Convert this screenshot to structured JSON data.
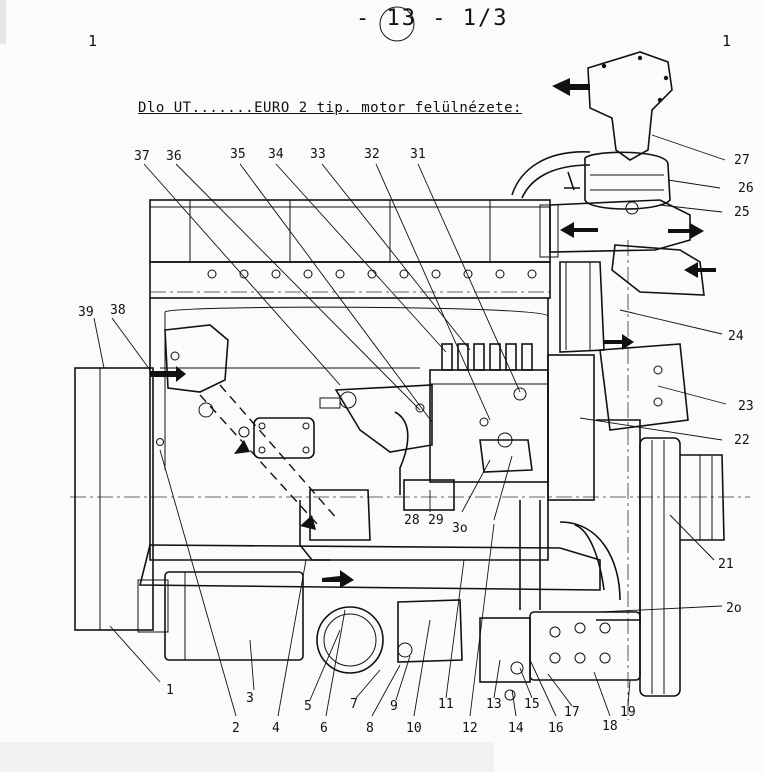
{
  "header": {
    "page_number": "- 13 - 1/3",
    "corner_left": "1",
    "corner_right": "1",
    "title": "Dlo UT.......EURO 2 tip. motor felülnézete:"
  },
  "part_labels": [
    "1",
    "2",
    "3",
    "4",
    "5",
    "6",
    "7",
    "8",
    "9",
    "10",
    "11",
    "12",
    "13",
    "14",
    "15",
    "16",
    "17",
    "18",
    "19",
    "2o",
    "21",
    "22",
    "23",
    "24",
    "25",
    "26",
    "27",
    "28",
    "29",
    "3o",
    "31",
    "32",
    "33",
    "34",
    "35",
    "36",
    "37",
    "38",
    "39"
  ]
}
